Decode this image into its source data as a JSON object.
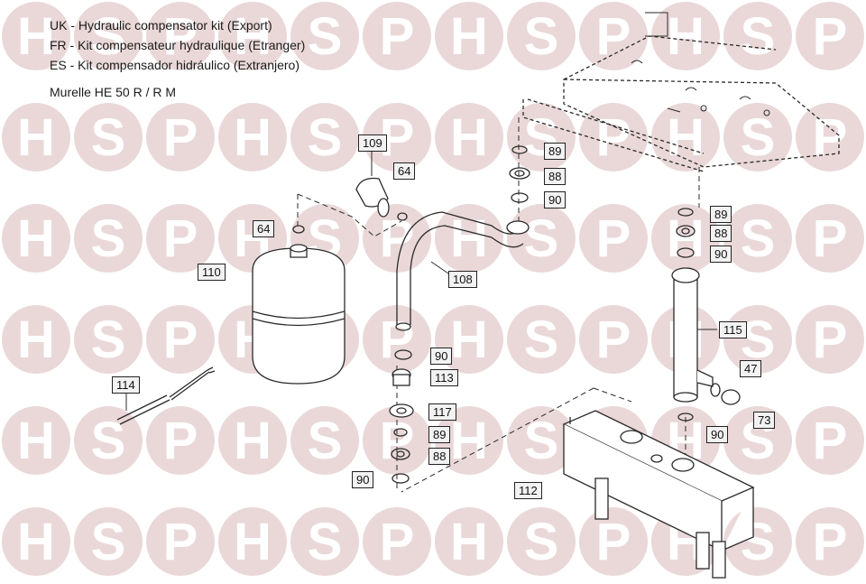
{
  "header": {
    "line_uk": "UK - Hydraulic compensator kit (Export)",
    "line_fr": "FR - Kit compensateur hydraulique (Etranger)",
    "line_es": "ES - Kit compensador hidráulico (Extranjero)",
    "model": "Murelle HE 50 R / R M"
  },
  "watermark": {
    "letters": [
      "H",
      "S",
      "P"
    ],
    "circle_color": "#ead8d8",
    "letter_color": "#ffffff"
  },
  "colors": {
    "line": "#2a2a2a",
    "fill": "#ffffff",
    "label_bg": "#f2f2f2"
  },
  "parts": {
    "p109": "109",
    "p64a": "64",
    "p64b": "64",
    "p110": "110",
    "p108": "108",
    "p89a": "89",
    "p88a": "88",
    "p90a": "90",
    "p89b": "89",
    "p88b": "88",
    "p90b": "90",
    "p115": "115",
    "p47": "47",
    "p73": "73",
    "p90c": "90",
    "p90d": "90",
    "p113": "113",
    "p117": "117",
    "p89c": "89",
    "p88c": "88",
    "p90e": "90",
    "p114": "114",
    "p112": "112"
  }
}
